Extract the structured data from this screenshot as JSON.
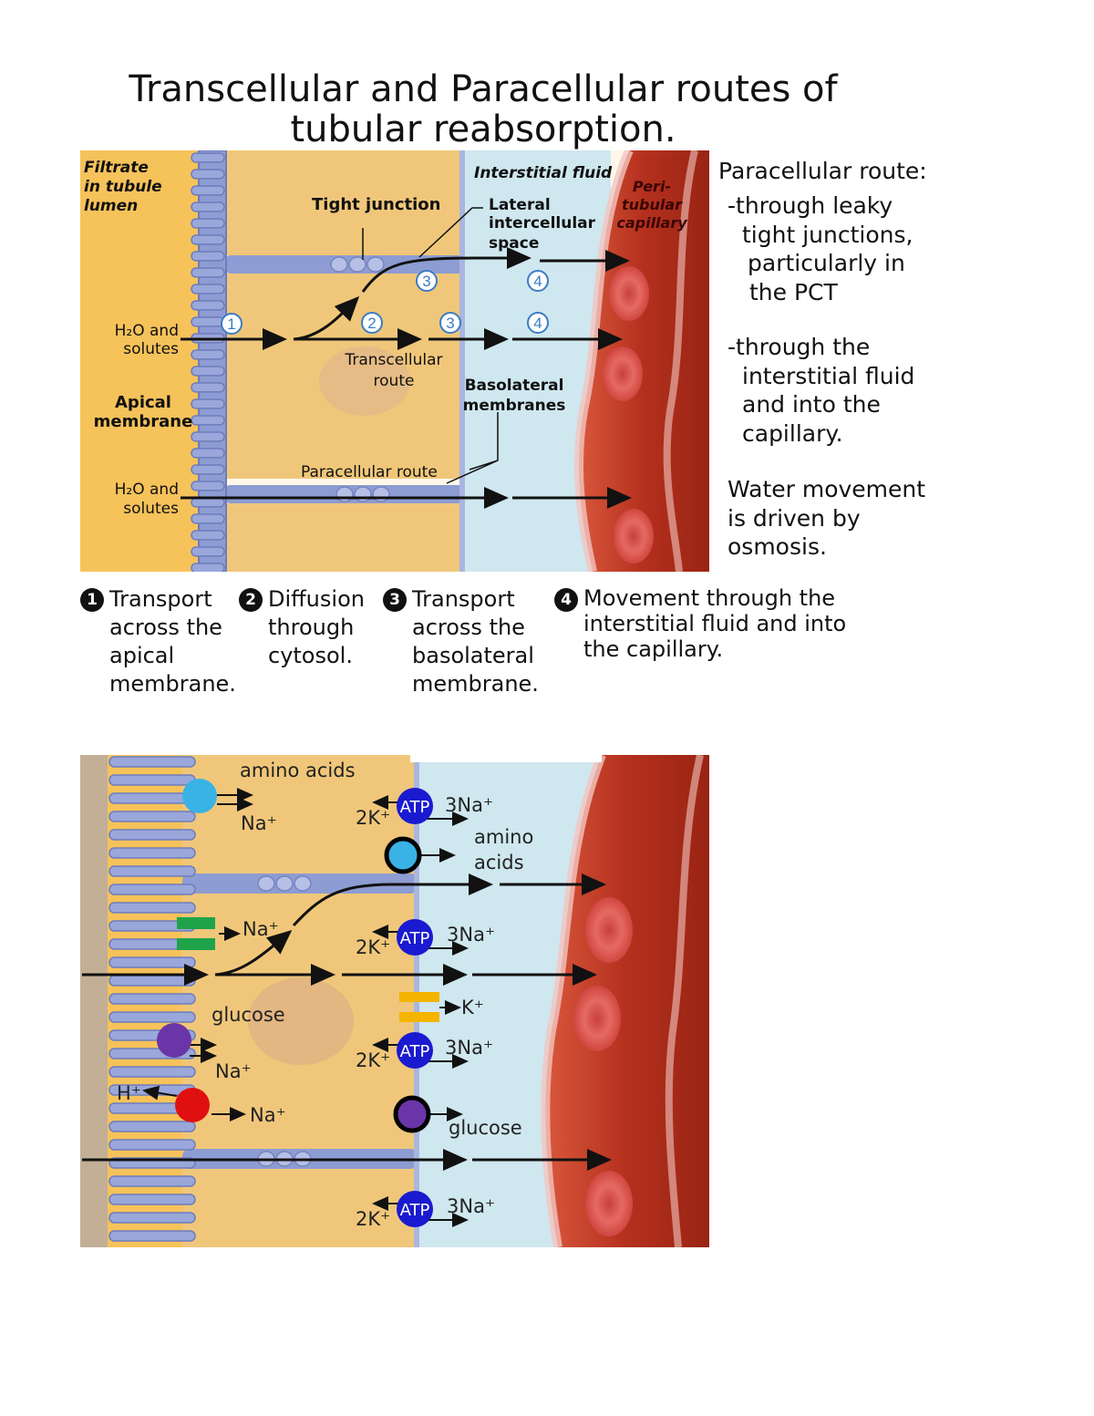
{
  "title": {
    "line1": "Transcellular and Paracellular routes of",
    "line2": "tubular reabsorption."
  },
  "diagram_top": {
    "filtrate_label": [
      "Filtrate",
      "in tubule",
      "lumen"
    ],
    "interstitial_fluid": "Interstitial fluid",
    "capillary_label": [
      "Peri-",
      "tubular",
      "capillary"
    ],
    "tight_junction": "Tight junction",
    "lateral_space": [
      "Lateral",
      "intercellular",
      "space"
    ],
    "h2o_solutes_top": [
      "H₂O and",
      "solutes"
    ],
    "h2o_solutes_bottom": [
      "H₂O and",
      "solutes"
    ],
    "transcellular_route": [
      "Transcellular",
      "route"
    ],
    "basolateral": [
      "Basolateral",
      "membranes"
    ],
    "apical": [
      "Apical",
      "membrane"
    ],
    "paracellular_route": "Paracellular route",
    "markers": {
      "m1": "1",
      "m2": "2",
      "m3": "3",
      "m4": "4"
    }
  },
  "side_text": {
    "paracellular_heading": "Paracellular route:",
    "bullet1": [
      "-through leaky",
      "tight junctions,",
      "particularly in",
      "the PCT"
    ],
    "bullet2": [
      "-through the",
      "interstitial fluid",
      "and into the",
      "capillary."
    ],
    "water": [
      "Water movement",
      "is driven by",
      "osmosis."
    ]
  },
  "steps": [
    {
      "num": "1",
      "lines": [
        "Transport",
        "across the",
        "apical",
        "membrane."
      ]
    },
    {
      "num": "2",
      "lines": [
        "Diffusion",
        "through",
        "cytosol."
      ]
    },
    {
      "num": "3",
      "lines": [
        "Transport",
        "across the",
        "basolateral",
        "membrane."
      ]
    },
    {
      "num": "4",
      "lines": [
        "Movement through the",
        "interstitial fluid and into",
        "the capillary."
      ]
    }
  ],
  "diagram_bottom": {
    "amino_acids": "amino acids",
    "na": "Na⁺",
    "k2": "2K⁺",
    "atp": "ATP",
    "na3": "3Na⁺",
    "amino_acids_right": [
      "amino",
      "acids"
    ],
    "glucose": "glucose",
    "glucose_right": "glucose",
    "k": "K⁺",
    "h": "H⁺"
  },
  "colors": {
    "lumen": "#f6c25a",
    "cell": "#f0c77a",
    "membrane": "#8d9cd2",
    "interstitial": "#cfe7ef",
    "capillary": "#b8341f",
    "rbc": "#e05a55",
    "atp": "#1a1ad0",
    "amino_transporter": "#39b2e6",
    "na_channel": "#1fa34a",
    "glucose_transporter": "#6a35a8",
    "nh_exchanger": "#e01010",
    "k_channel": "#f4b400"
  }
}
